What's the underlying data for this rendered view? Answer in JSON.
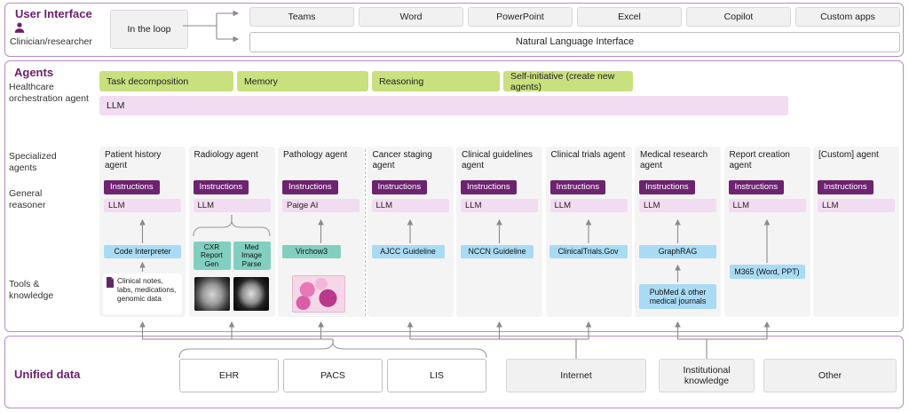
{
  "user_interface": {
    "title": "User Interface",
    "role": "Clinician/researcher",
    "in_the_loop": "In the loop",
    "apps": [
      "Teams",
      "Word",
      "PowerPoint",
      "Excel",
      "Copilot",
      "Custom apps"
    ],
    "nli": "Natural Language Interface"
  },
  "agents": {
    "title": "Agents",
    "subtitle": "Healthcare orchestration agent",
    "capabilities": [
      "Task decomposition",
      "Memory",
      "Reasoning",
      "Self-initiative (create new agents)"
    ],
    "llm": "LLM"
  },
  "specialized": {
    "labels": {
      "agents": "Specialized agents",
      "reasoner": "General reasoner",
      "tools": "Tools & knowledge"
    },
    "columns": [
      {
        "title": "Patient history agent",
        "instructions": "Instructions",
        "reasoner": "LLM",
        "tool": "Code Interpreter",
        "knowledge": "Clinical notes, labs, medications, genomic data"
      },
      {
        "title": "Radiology agent",
        "instructions": "Instructions",
        "reasoner": "LLM",
        "tools": [
          "CXR Report Gen",
          "Med Image Parse"
        ]
      },
      {
        "title": "Pathology agent",
        "instructions": "Instructions",
        "reasoner": "Paige AI",
        "tool": "Virchow3"
      },
      {
        "title": "Cancer staging agent",
        "instructions": "Instructions",
        "reasoner": "LLM",
        "tool": "AJCC Guideline"
      },
      {
        "title": "Clinical guidelines agent",
        "instructions": "Instructions",
        "reasoner": "LLM",
        "tool": "NCCN Guideline"
      },
      {
        "title": "Clinical trials agent",
        "instructions": "Instructions",
        "reasoner": "LLM",
        "tool": "ClinicalTrials.Gov"
      },
      {
        "title": "Medical research agent",
        "instructions": "Instructions",
        "reasoner": "LLM",
        "tool": "GraphRAG",
        "knowledge": "PubMed & other medical journals"
      },
      {
        "title": "Report creation agent",
        "instructions": "Instructions",
        "reasoner": "LLM",
        "tool": "M365 (Word, PPT)"
      },
      {
        "title": "[Custom] agent",
        "instructions": "Instructions",
        "reasoner": "LLM"
      }
    ]
  },
  "unified_data": {
    "title": "Unified data",
    "sources": [
      "EHR",
      "PACS",
      "LIS",
      "Internet",
      "Institutional knowledge",
      "Other"
    ]
  },
  "colors": {
    "section_border": "#b48fbe",
    "heading_purple": "#6b1f6e",
    "capability_green": "#c8e07d",
    "llm_pink": "#f2dcf1",
    "instructions_purple": "#6d2370",
    "tool_blue": "#a9dbf5",
    "model_teal": "#82cfc0",
    "arrow_gray": "#8a8a8a"
  }
}
